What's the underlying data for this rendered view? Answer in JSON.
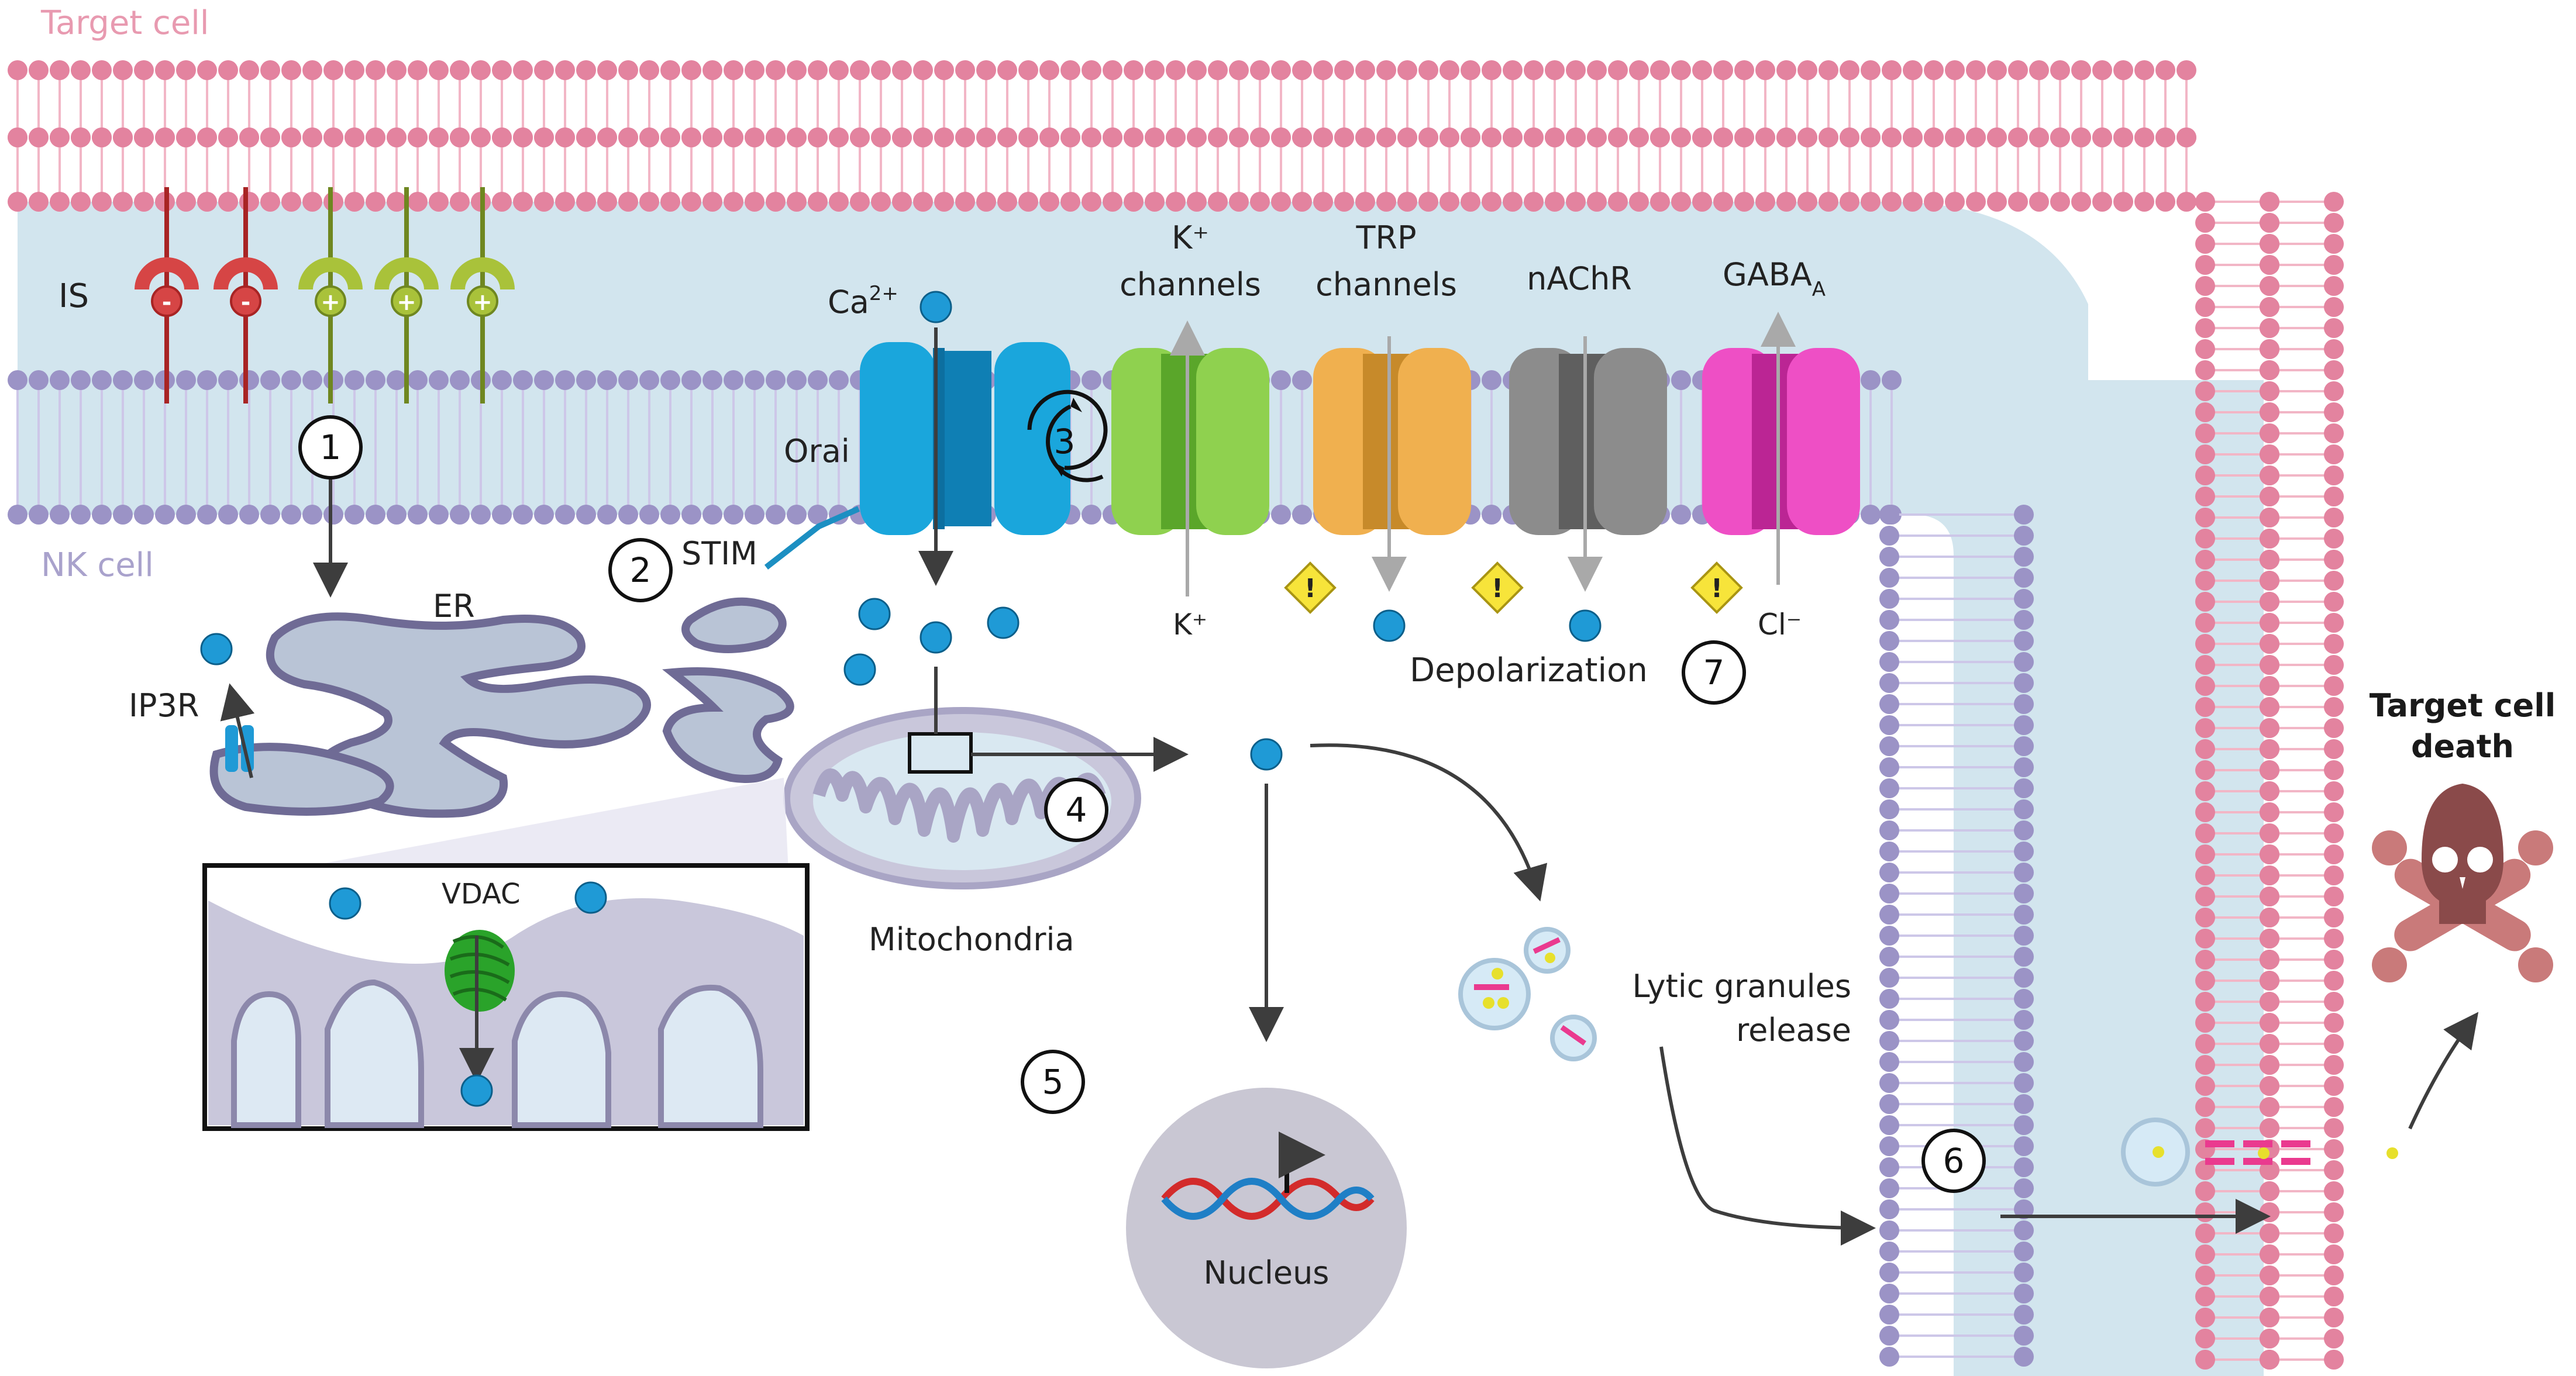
{
  "labels": {
    "target_cell": "Target cell",
    "nk_cell": "NK cell",
    "is": "IS",
    "orai": "Orai",
    "stim": "STIM",
    "er": "ER",
    "ip3r": "IP3R",
    "vdac": "VDAC",
    "mitochondria": "Mitochondria",
    "nucleus": "Nucleus",
    "lytic_line1": "Lytic granules",
    "lytic_line2": "release",
    "depolarization": "Depolarization",
    "k_channels_line1": "K⁺",
    "k_channels_line2": "channels",
    "trp_line1": "TRP",
    "trp_line2": "channels",
    "nachr": "nAChR",
    "gaba_main": "GABA",
    "gaba_sub": "A",
    "ca_main": "Ca",
    "ca_sup": "2+",
    "k_ion": "K⁺",
    "cl_ion": "Cl⁻",
    "death_line1": "Target cell",
    "death_line2": "death"
  },
  "steps": [
    "1",
    "2",
    "3",
    "4",
    "5",
    "6",
    "7"
  ],
  "receptor_signs": [
    "-",
    "-",
    "+",
    "+",
    "+"
  ],
  "warning_glyph": "!",
  "colors": {
    "target_membrane": "#e3839f",
    "nk_membrane": "#9b93c6",
    "synapse_fill": "#d2e5ee",
    "ca_ion": "#1f9ad6",
    "orai": "#1aa6dc",
    "k_channel": "#8fd14f",
    "trp_channel": "#f0b04f",
    "nachr_channel": "#8c8c8c",
    "gaba_channel": "#ee4fc5",
    "warning": "#f7e43a",
    "skull": "#8a4a4a"
  }
}
